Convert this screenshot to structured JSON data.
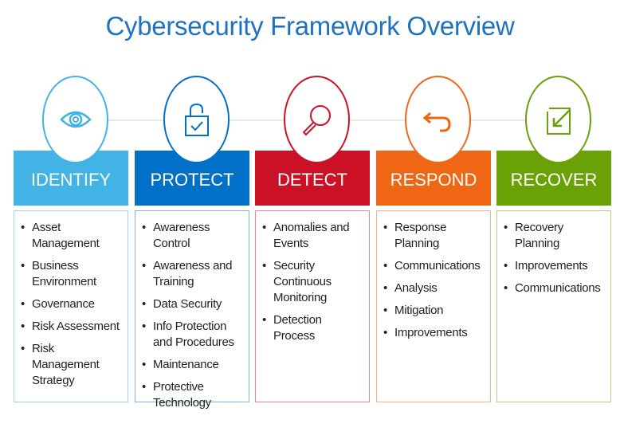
{
  "title": "Cybersecurity Framework Overview",
  "columns": [
    {
      "label": "IDENTIFY",
      "icon": "eye-icon",
      "color": "#41b3e4",
      "border": "#9fd6ef",
      "items": [
        "Asset Management",
        "Business Environment",
        "Governance",
        "Risk Assessment",
        "Risk Management Strategy"
      ]
    },
    {
      "label": "PROTECT",
      "icon": "lock-check-icon",
      "color": "#0070c8",
      "border": "#7fb3e0",
      "items": [
        "Awareness Control",
        "Awareness and Training",
        "Data Security",
        "Info Protection and Procedures",
        "Maintenance",
        "Protective Technology"
      ]
    },
    {
      "label": "DETECT",
      "icon": "magnifier-icon",
      "color": "#cc1126",
      "border": "#e48893",
      "items": [
        "Anomalies and Events",
        "Security Continuous Monitoring",
        "Detection Process"
      ]
    },
    {
      "label": "RESPOND",
      "icon": "return-arrow-icon",
      "color": "#ef6614",
      "border": "#f5b38a",
      "items": [
        "Response Planning",
        "Communications",
        "Analysis",
        "Mitigation",
        "Improvements"
      ]
    },
    {
      "label": "RECOVER",
      "icon": "recover-arrow-icon",
      "color": "#6aa106",
      "border": "#b5d083",
      "items": [
        "Recovery Planning",
        "Improvements",
        "Communications"
      ]
    }
  ]
}
